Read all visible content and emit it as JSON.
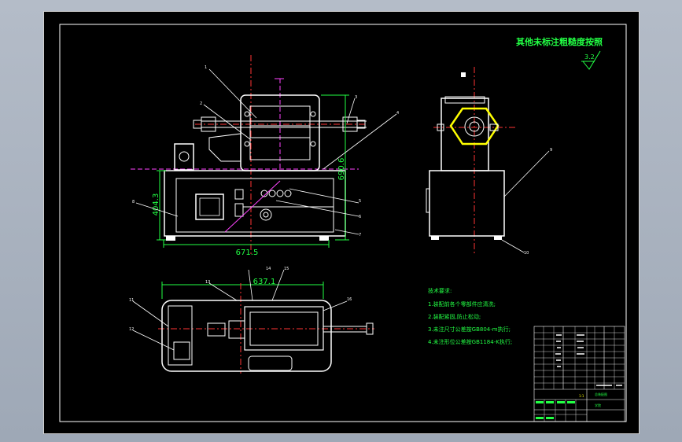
{
  "colors": {
    "background": "#000000",
    "line": "#ffffff",
    "centerline": "#ff3333",
    "dimension": "#22ff44",
    "leader": "#ffffff",
    "accent": "#ffff00",
    "magenta": "#ff44ff",
    "outer_bg": "#a8b0bc"
  },
  "roughness_note": {
    "text": "其他未标注粗糙度按照",
    "value": "3.2"
  },
  "dimensions": {
    "height_front": "404.3",
    "height_total": "690.6",
    "width_front": "671.5",
    "width_top": "637.1"
  },
  "part_numbers": [
    "1",
    "2",
    "3",
    "4",
    "5",
    "6",
    "7",
    "8",
    "9",
    "10",
    "11",
    "12",
    "13",
    "14",
    "15",
    "16"
  ],
  "tech_requirements": {
    "title": "技术要求:",
    "items": [
      "1.装配前各个零部件应清洗;",
      "2.装配紧固,防止松动;",
      "3.未注尺寸公差按GB804-m执行;",
      "4.未注形位公差按GB1184-K执行;"
    ]
  },
  "title_block": {
    "drawing_name": "总装配图",
    "company": "学院",
    "scale": "1:1"
  }
}
